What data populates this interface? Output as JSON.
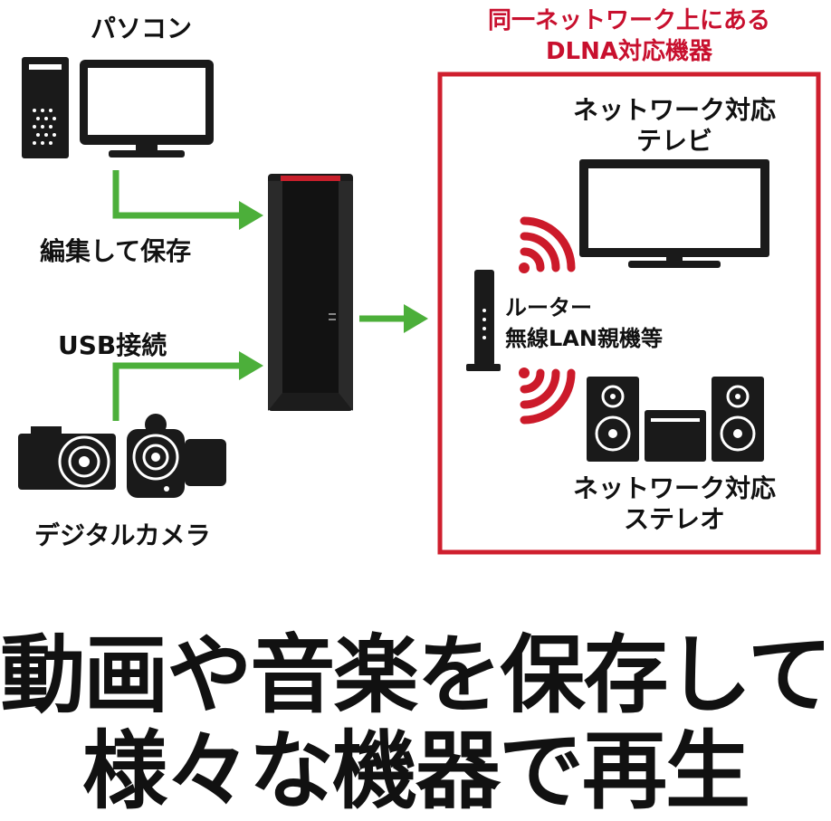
{
  "labels": {
    "pc": "パソコン",
    "edit_save": "編集して保存",
    "usb": "USB接続",
    "camera": "デジタルカメラ",
    "dlna_title_line1": "同一ネットワーク上にある",
    "dlna_title_line2": "DLNA対応機器",
    "tv_line1": "ネットワーク対応",
    "tv_line2": "テレビ",
    "router_line1": "ルーター",
    "router_line2": "無線LAN親機等",
    "stereo_line1": "ネットワーク対応",
    "stereo_line2": "ステレオ"
  },
  "headline": {
    "line1": "動画や音楽を保存して",
    "line2": "様々な機器で再生"
  },
  "colors": {
    "arrow": "#4caf3a",
    "frame": "#cf1f2e",
    "wifi": "#cc1a2a",
    "device": "#1a1a1a",
    "title_red": "#c8102e"
  },
  "icons": [
    "pc-tower-icon",
    "monitor-icon",
    "nas-icon",
    "camera-icon",
    "camcorder-icon",
    "tv-icon",
    "router-icon",
    "wifi-icon",
    "stereo-icon"
  ]
}
